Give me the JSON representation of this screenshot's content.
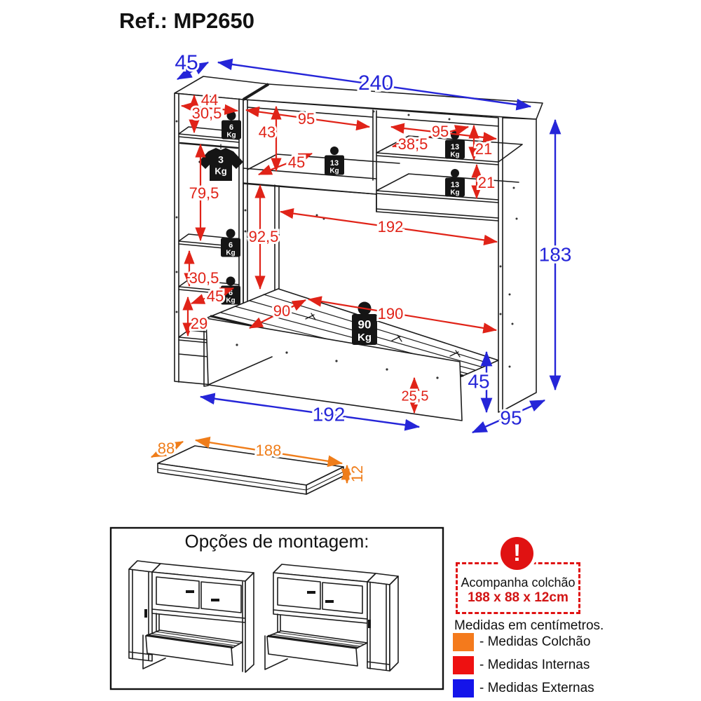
{
  "title": "Ref.: MP2650",
  "colors": {
    "internal_measure": "#e02318",
    "external_measure": "#2525d8",
    "mattress_measure": "#ef7d1a",
    "warning": "#e01212"
  },
  "diagram": {
    "dims": {
      "external": [
        "45",
        "240",
        "183",
        "45",
        "192",
        "95"
      ],
      "internal": [
        "44",
        "30,5",
        "95",
        "43",
        "95",
        "38,5",
        "21",
        "45",
        "21",
        "79,5",
        "92,5",
        "192",
        "30,5",
        "45",
        "29",
        "90",
        "190",
        "25,5"
      ],
      "mattress": [
        "88",
        "188",
        "12"
      ]
    },
    "weights": [
      "6",
      "6",
      "6",
      "13",
      "13",
      "13",
      "90"
    ],
    "weight_unit": "Kg",
    "shirt_weight": "3"
  },
  "options_panel": {
    "title": "Opções de montagem:"
  },
  "info": {
    "warning_mark": "!",
    "box_line1": "Acompanha colchão",
    "box_line2": "188 x 88 x 12cm",
    "units_note": "Medidas em centímetros.",
    "legend": [
      {
        "color": "#f47a1c",
        "label": "- Medidas Colchão"
      },
      {
        "color": "#ee1111",
        "label": "- Medidas Internas"
      },
      {
        "color": "#1414ea",
        "label": "- Medidas Externas"
      }
    ]
  }
}
